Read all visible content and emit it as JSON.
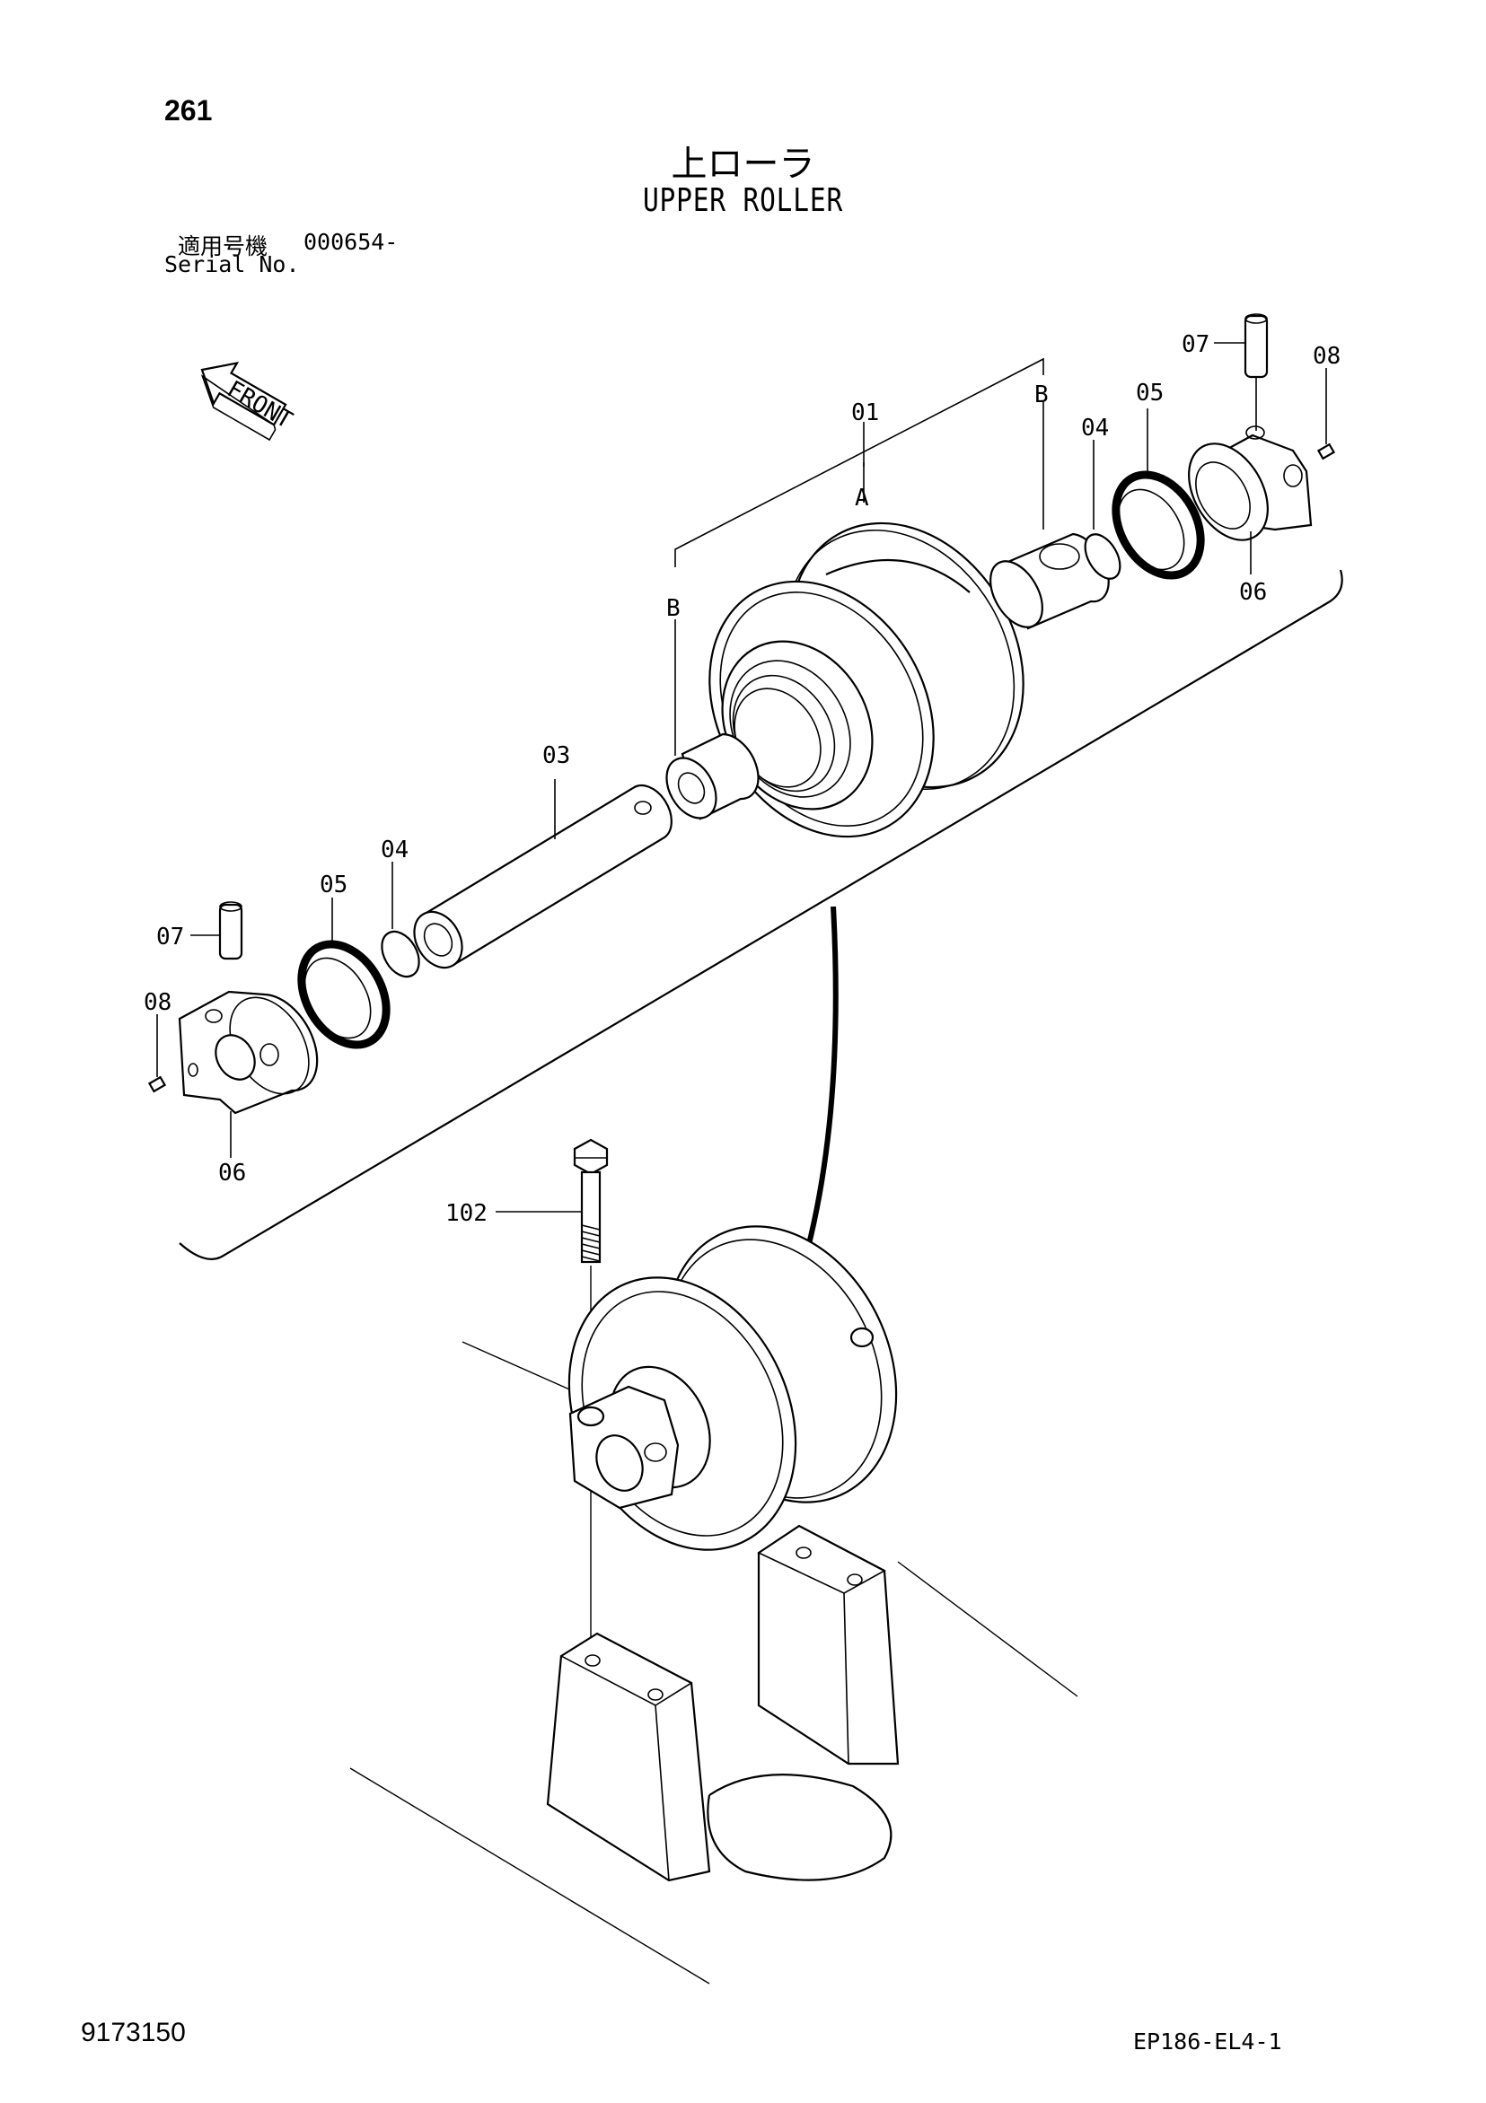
{
  "page": {
    "number": "261",
    "title_jp": "上ローラ",
    "title_en": "UPPER ROLLER",
    "serial_label_jp": "適用号機",
    "serial_value": "000654-",
    "serial_label_en": "Serial No.",
    "catalog_number": "9173150",
    "figure_code": "EP186-EL4-1"
  },
  "front_indicator": {
    "label": "FRONT",
    "icon": "front-arrow-icon"
  },
  "group_letters": {
    "a": "A",
    "b": "B"
  },
  "callouts": {
    "p01": "01",
    "p03": "03",
    "p04_left": "04",
    "p04_right": "04",
    "p05_left": "05",
    "p05_right": "05",
    "p06_left": "06",
    "p06_right": "06",
    "p07_left": "07",
    "p07_right": "07",
    "p08_left": "08",
    "p08_right": "08",
    "p102": "102"
  }
}
